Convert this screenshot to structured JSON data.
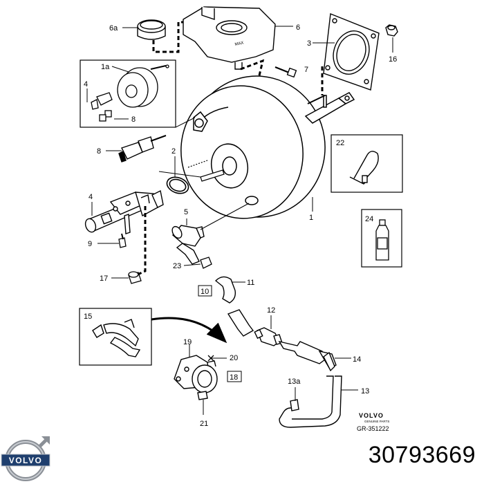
{
  "diagram": {
    "callouts": {
      "c6a": "6a",
      "c6": "6",
      "c3": "3",
      "c16": "16",
      "c7": "7",
      "c1a": "1a",
      "c4a": "4",
      "c8a": "8",
      "c8b": "8",
      "c2": "2",
      "c4b": "4",
      "c9": "9",
      "c5": "5",
      "c1": "1",
      "c22": "22",
      "c24": "24",
      "c23": "23",
      "c11": "11",
      "c17": "17",
      "c10": "10",
      "c15": "15",
      "c12": "12",
      "c19": "19",
      "c20": "20",
      "c18": "18",
      "c14": "14",
      "c13a": "13a",
      "c13": "13",
      "c21": "21"
    },
    "volvo_stamp": {
      "brand": "VOLVO",
      "sub": "GENUINE PARTS",
      "ref": "GR-351222"
    }
  },
  "footer": {
    "logo_text": "VOLVO",
    "part_number": "30793669"
  }
}
